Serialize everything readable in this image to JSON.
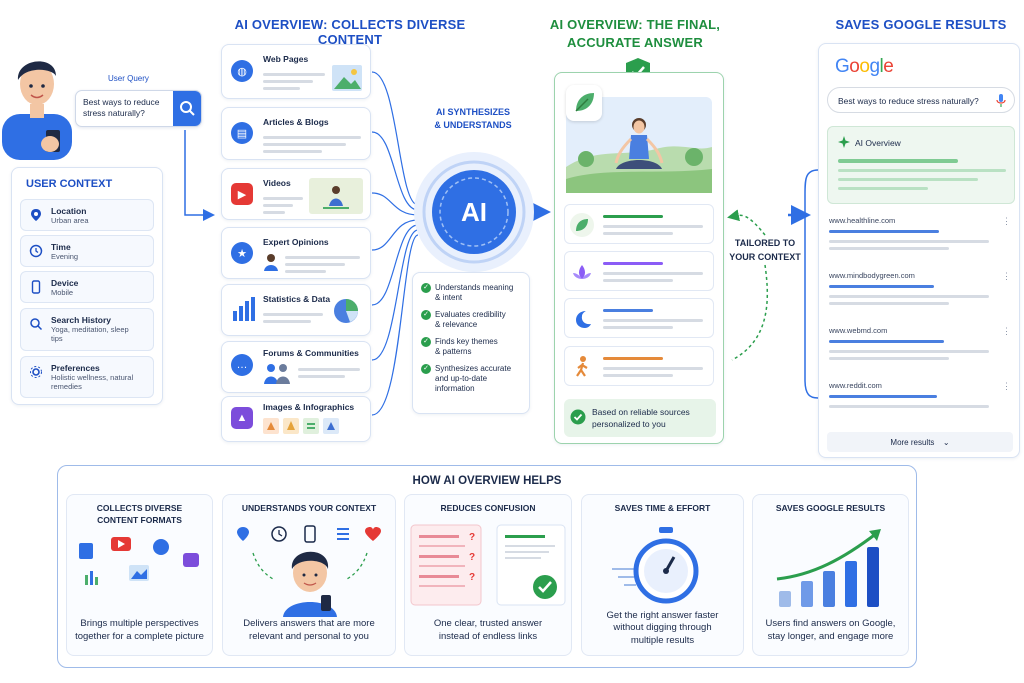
{
  "titles": {
    "collects": "AI OVERVIEW: COLLECTS DIVERSE CONTENT",
    "final_line1": "AI OVERVIEW: THE FINAL,",
    "final_line2": "ACCURATE ANSWER",
    "saves": "SAVES GOOGLE RESULTS"
  },
  "user_query": {
    "label": "User Query",
    "text": "Best ways to reduce stress naturally?"
  },
  "user_context": {
    "title": "USER CONTEXT",
    "items": [
      {
        "label": "Location",
        "value": "Urban area",
        "icon": "location-pin-icon"
      },
      {
        "label": "Time",
        "value": "Evening",
        "icon": "clock-icon"
      },
      {
        "label": "Device",
        "value": "Mobile",
        "icon": "phone-icon"
      },
      {
        "label": "Search History",
        "value": "Yoga, meditation, sleep tips",
        "icon": "search-icon"
      },
      {
        "label": "Preferences",
        "value": "Holistic wellness, natural remedies",
        "icon": "gear-icon"
      }
    ]
  },
  "sources": [
    {
      "label": "Web Pages",
      "icon": "globe-icon",
      "color": "#2f6fe4"
    },
    {
      "label": "Articles & Blogs",
      "icon": "document-icon",
      "color": "#2f6fe4"
    },
    {
      "label": "Videos",
      "icon": "play-icon",
      "color": "#e53935"
    },
    {
      "label": "Expert Opinions",
      "icon": "star-icon",
      "color": "#2f6fe4"
    },
    {
      "label": "Statistics & Data",
      "icon": "bar-chart-icon",
      "color": "#2f6fe4"
    },
    {
      "label": "Forums & Communities",
      "icon": "chat-icon",
      "color": "#2f6fe4"
    },
    {
      "label": "Images & Infographics",
      "icon": "image-icon",
      "color": "#7c4ddb"
    }
  ],
  "ai": {
    "caption_line1": "AI SYNTHESIZES",
    "caption_line2": "& UNDERSTANDS",
    "badge": "AI",
    "capabilities": [
      {
        "line1": "Understands meaning",
        "line2": "& intent"
      },
      {
        "line1": "Evaluates credibility",
        "line2": "& relevance"
      },
      {
        "line1": "Finds key themes",
        "line2": "& patterns"
      },
      {
        "line1": "Synthesizes accurate",
        "line2": "and up-to-date",
        "line3": "information"
      }
    ]
  },
  "final_answer": {
    "footer_line1": "Based on reliable sources",
    "footer_line2": "personalized to you"
  },
  "tailored": {
    "line1": "TAILORED TO",
    "line2": "YOUR CONTEXT"
  },
  "google": {
    "logo": "Google",
    "search_text": "Best ways to reduce stress naturally?",
    "ai_overview_label": "AI Overview",
    "results": [
      "www.healthline.com",
      "www.mindbodygreen.com",
      "www.webmd.com",
      "www.reddit.com"
    ],
    "more_results": "More results"
  },
  "helps": {
    "title": "HOW AI OVERVIEW HELPS",
    "cards": [
      {
        "h1": "COLLECTS DIVERSE",
        "h2": "CONTENT FORMATS",
        "d1": "Brings multiple perspectives",
        "d2": "together for a complete picture"
      },
      {
        "h1": "UNDERSTANDS YOUR CONTEXT",
        "h2": "",
        "d1": "Delivers answers that are more",
        "d2": "relevant and personal to you"
      },
      {
        "h1": "REDUCES CONFUSION",
        "h2": "",
        "d1": "One clear, trusted answer",
        "d2": "instead of endless links"
      },
      {
        "h1": "SAVES TIME & EFFORT",
        "h2": "",
        "d1": "Get the right answer faster",
        "d2": "without digging through",
        "d3": "multiple results"
      },
      {
        "h1": "SAVES GOOGLE RESULTS",
        "h2": "",
        "d1": "Users find answers on Google,",
        "d2": "stay longer, and engage more"
      }
    ]
  },
  "colors": {
    "primary_blue": "#1d4fc4",
    "accent_green": "#1e8e3e",
    "youtube_red": "#e53935"
  }
}
